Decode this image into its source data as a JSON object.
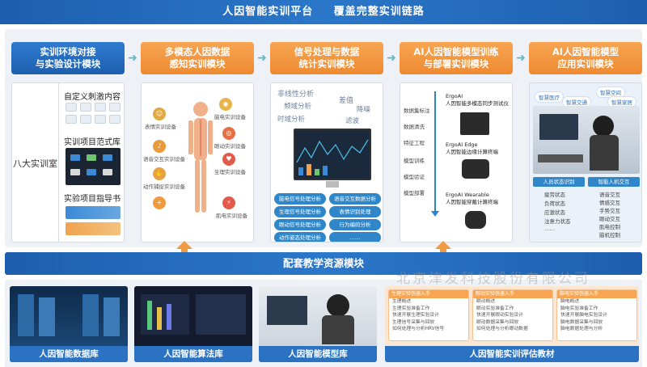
{
  "title": {
    "left": "人因智能实训平台",
    "right": "覆盖完整实训链路"
  },
  "modules": [
    {
      "label": "实训环境对接\n与实验设计模块",
      "color": "#1e5fae"
    },
    {
      "label": "多模态人因数据\n感知实训模块",
      "color": "#ee8a31"
    },
    {
      "label": "信号处理与数据\n统计实训模块",
      "color": "#ee8a31"
    },
    {
      "label": "AI人因智能模型训练\n与部署实训模块",
      "color": "#ee8a31"
    },
    {
      "label": "AI人因智能模型\n应用实训模块",
      "color": "#ee8a31"
    }
  ],
  "col1": {
    "labs": "八大实训室",
    "stimulus": "自定义刺激内容",
    "paradigm": "实训项目范式库",
    "guide": "实验项目指导书"
  },
  "col2": {
    "devices": [
      "脑电实训设备",
      "表情实训设备",
      "眼动实训设备",
      "语音交互实训设备",
      "生理实训设备",
      "动作捕捉实训设备",
      "肌电实训设备"
    ]
  },
  "col3": {
    "words": [
      "非线性分析",
      "频域分析",
      "时域分析",
      "差值",
      "降噪",
      "滤波"
    ],
    "pills": [
      "脑电信号处理分析",
      "语音交互数据分析",
      "生理信号处理分析",
      "表情识别处理",
      "眼动信号处理分析",
      "行为编码分析",
      "动作姿态处理分析",
      "……"
    ]
  },
  "col4": {
    "stages": [
      "数据集标注",
      "数据清洗",
      "特征工程",
      "模型训练",
      "模型验证",
      "模型部署"
    ],
    "products": [
      {
        "name": "ErgoAI",
        "desc": "人因智能多模态同步测试仪"
      },
      {
        "name": "ErgoAI Edge",
        "desc": "人因智能边缘计算终端"
      },
      {
        "name": "ErgoAI Wearable",
        "desc": "人因智能穿戴计算终端"
      }
    ]
  },
  "col5": {
    "tags": [
      "智慧医疗",
      "智慧空间",
      "智慧交通",
      "智慧家居"
    ],
    "left_head": "人员状态识别",
    "right_head": "智能人机交互",
    "left_states": [
      "疲劳状态",
      "负荷状态",
      "应激状态",
      "注意力状态",
      "……"
    ],
    "right_states": [
      "语音交互",
      "情感交互",
      "手势交互",
      "眼动交互",
      "肌电控制",
      "脑机控制"
    ]
  },
  "resource_bar": "配套教学资源模块",
  "bottom": {
    "database": "人因智能数据库",
    "algorithm": "人因智能算法库",
    "model": "人因智能模型库",
    "textbook": "人因智能实训评估教材"
  },
  "manuals": [
    {
      "head": "生理实验快速入手",
      "lines": [
        "生理概述",
        "生理实验准备工作",
        "快速开展生理实验设计",
        "生理信号采集与回放",
        "如何处理与分析HRV信号"
      ]
    },
    {
      "head": "眼动实验快速入手",
      "lines": [
        "眼动概述",
        "眼动实验准备工作",
        "快速开展眼动实验设计",
        "眼动数据采集与回放",
        "如何处理与分析眼动数据"
      ]
    },
    {
      "head": "脑电实验快速入手",
      "lines": [
        "脑电概述",
        "脑电实验准备工作",
        "快速开展脑电实验设计",
        "脑电数据采集与回放",
        "脑电数据处理与分析"
      ]
    }
  ],
  "watermark": "北京津发科技股份有限公司"
}
